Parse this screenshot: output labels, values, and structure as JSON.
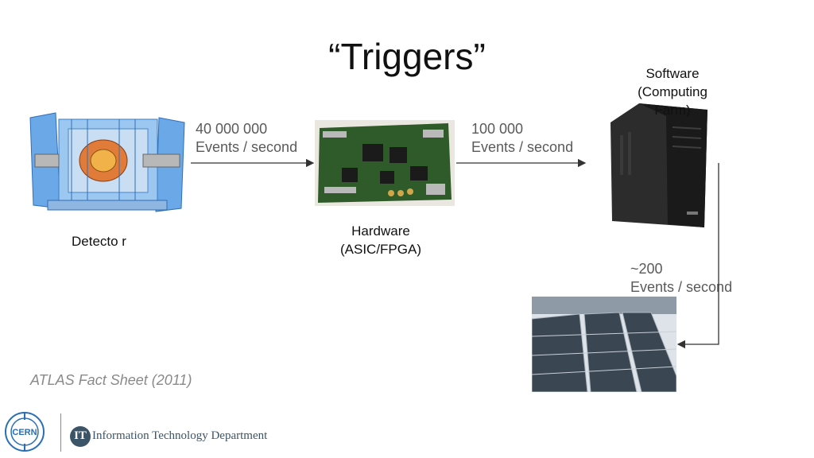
{
  "slide": {
    "title": "“Triggers”",
    "source": "ATLAS Fact Sheet (2011)"
  },
  "stages": {
    "detector": {
      "label": "Detecto r",
      "icon": "detector-image"
    },
    "hardware": {
      "label": "Hardware\n(ASIC/FPGA)",
      "icon": "circuit-board-image"
    },
    "software": {
      "label": "Software\n(Computing\nFarm)",
      "icon": "server-tower-image"
    },
    "storage": {
      "icon": "data-center-image"
    }
  },
  "rates": {
    "detector_to_hardware": "40 000 000\nEvents / second",
    "hardware_to_software": "100 000\nEvents / second",
    "software_to_storage": "~200\nEvents / second"
  },
  "footer": {
    "cern_logo": "CERN",
    "it_badge": "IT",
    "department": "Information Technology Department"
  },
  "colors": {
    "arrow": "#333333",
    "cern_blue": "#2a6fb3",
    "it_dark": "#3b5468"
  }
}
